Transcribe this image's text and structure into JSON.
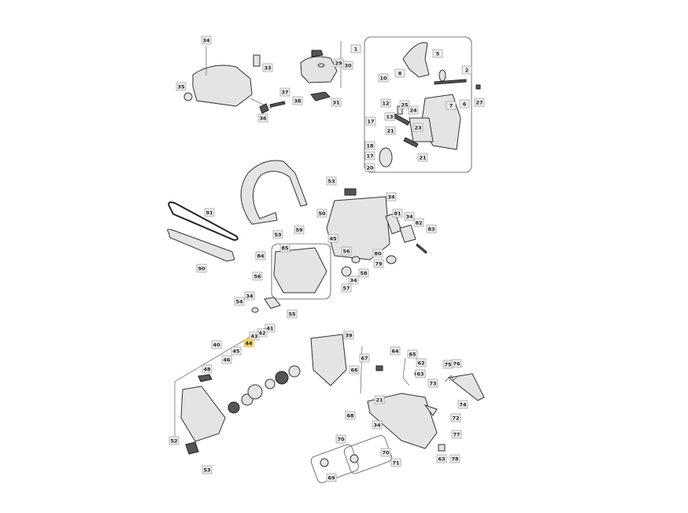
{
  "title": "Chainsaw exploded parts diagram",
  "highlight_color": "#f3cf5e",
  "highlighted_callout": "44",
  "callouts": [
    "34",
    "33",
    "35",
    "29",
    "30",
    "31",
    "37",
    "38",
    "36",
    "1",
    "5",
    "8",
    "10",
    "2",
    "27",
    "7",
    "6",
    "12",
    "25",
    "24",
    "13",
    "23",
    "17",
    "21",
    "18",
    "17",
    "21",
    "20",
    "53",
    "34",
    "91",
    "50",
    "81",
    "34",
    "82",
    "83",
    "59",
    "53",
    "45",
    "85",
    "84",
    "56",
    "80",
    "90",
    "79",
    "58",
    "56",
    "34",
    "57",
    "34",
    "54",
    "55",
    "41",
    "42",
    "43",
    "44",
    "40",
    "39",
    "45",
    "46",
    "48",
    "67",
    "64",
    "65",
    "66",
    "62",
    "63",
    "75",
    "76",
    "73",
    "74",
    "21",
    "72",
    "68",
    "34",
    "77",
    "70",
    "70",
    "52",
    "71",
    "63",
    "78",
    "53",
    "69"
  ]
}
